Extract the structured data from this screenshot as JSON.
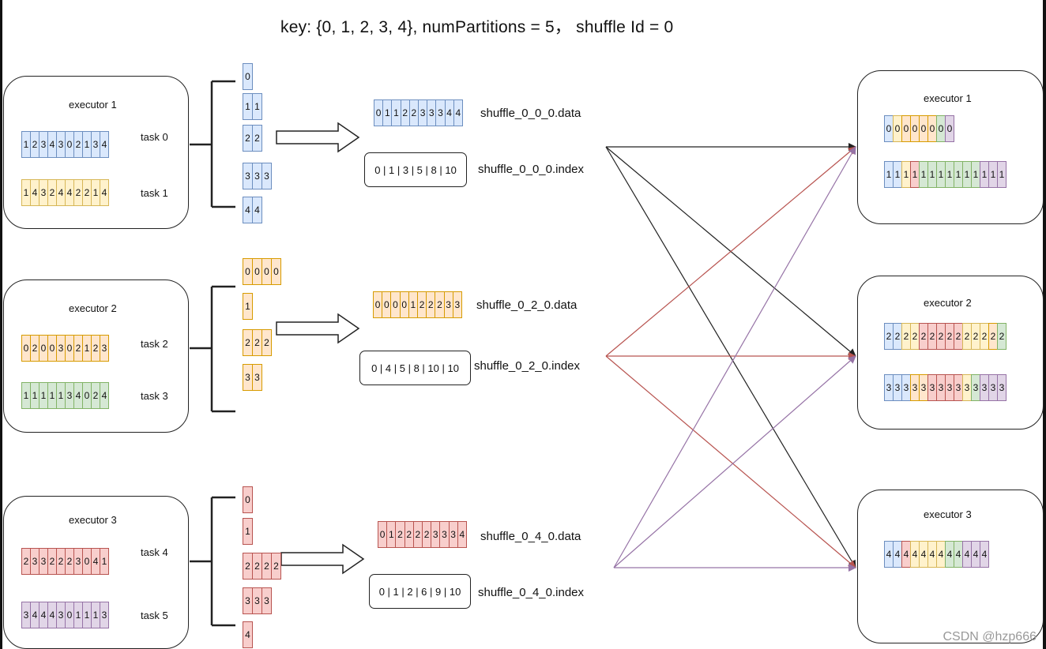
{
  "title": "key: {0, 1, 2, 3, 4}, numPartitions = 5， shuffle Id = 0",
  "colors": {
    "blue": "#dae8fc",
    "yellow": "#fff2cc",
    "orange": "#ffe6cc",
    "green": "#d5e8d4",
    "red": "#f8cecc",
    "purple": "#e1d5e7",
    "edge_black": "#222222",
    "edge_red": "#b85450",
    "edge_purple": "#9673a6"
  },
  "left_executors": [
    {
      "label": "executor 1",
      "tasks": [
        {
          "label": "task 0",
          "color": "blue",
          "values": [
            "1",
            "2",
            "3",
            "4",
            "3",
            "0",
            "2",
            "1",
            "3",
            "4"
          ]
        },
        {
          "label": "task 1",
          "color": "yellow",
          "values": [
            "1",
            "4",
            "3",
            "2",
            "4",
            "4",
            "2",
            "2",
            "1",
            "4"
          ]
        }
      ],
      "partitions": [
        [
          "0"
        ],
        [
          "1",
          "1"
        ],
        [
          "2",
          "2"
        ],
        [
          "3",
          "3",
          "3"
        ],
        [
          "4",
          "4"
        ]
      ],
      "data_file": {
        "values": [
          "0",
          "1",
          "1",
          "2",
          "2",
          "3",
          "3",
          "3",
          "4",
          "4"
        ],
        "label": "shuffle_0_0_0.data"
      },
      "index_file": {
        "text": "0 | 1 | 3 | 5 | 8 | 10",
        "label": "shuffle_0_0_0.index"
      }
    },
    {
      "label": "executor 2",
      "tasks": [
        {
          "label": "task 2",
          "color": "orange",
          "values": [
            "0",
            "2",
            "0",
            "0",
            "3",
            "0",
            "2",
            "1",
            "2",
            "3"
          ]
        },
        {
          "label": "task 3",
          "color": "green",
          "values": [
            "1",
            "1",
            "1",
            "1",
            "1",
            "3",
            "4",
            "0",
            "2",
            "4"
          ]
        }
      ],
      "partitions": [
        [
          "0",
          "0",
          "0",
          "0"
        ],
        [
          "1"
        ],
        [
          "2",
          "2",
          "2"
        ],
        [
          "3",
          "3"
        ]
      ],
      "data_file": {
        "values": [
          "0",
          "0",
          "0",
          "0",
          "1",
          "2",
          "2",
          "2",
          "3",
          "3"
        ],
        "label": "shuffle_0_2_0.data"
      },
      "index_file": {
        "text": "0 | 4 | 5 | 8 | 10 | 10",
        "label": "shuffle_0_2_0.index"
      }
    },
    {
      "label": "executor 3",
      "tasks": [
        {
          "label": "task 4",
          "color": "red",
          "values": [
            "2",
            "3",
            "3",
            "2",
            "2",
            "2",
            "3",
            "0",
            "4",
            "1"
          ]
        },
        {
          "label": "task 5",
          "color": "purple",
          "values": [
            "3",
            "4",
            "4",
            "4",
            "3",
            "0",
            "1",
            "1",
            "1",
            "3"
          ]
        }
      ],
      "partitions": [
        [
          "0"
        ],
        [
          "1"
        ],
        [
          "2",
          "2",
          "2",
          "2"
        ],
        [
          "3",
          "3",
          "3"
        ],
        [
          "4"
        ]
      ],
      "data_file": {
        "values": [
          "0",
          "1",
          "2",
          "2",
          "2",
          "2",
          "3",
          "3",
          "3",
          "4"
        ],
        "label": "shuffle_0_4_0.data"
      },
      "index_file": {
        "text": "0 | 1 | 2 | 6 | 9 | 10",
        "label": "shuffle_0_4_0.index"
      }
    }
  ],
  "right_executors": [
    {
      "label": "executor 1",
      "rows": [
        {
          "values": [
            "0",
            "0",
            "0",
            "0",
            "0",
            "0",
            "0",
            "0"
          ],
          "colors": [
            "blue",
            "yellow",
            "orange",
            "orange",
            "orange",
            "orange",
            "green",
            "purple"
          ]
        },
        {
          "values": [
            "1",
            "1",
            "1",
            "1",
            "1",
            "1",
            "1",
            "1",
            "1",
            "1",
            "1",
            "1",
            "1",
            "1"
          ],
          "colors": [
            "blue",
            "blue",
            "yellow",
            "red",
            "green",
            "green",
            "green",
            "green",
            "green",
            "green",
            "green",
            "purple",
            "purple",
            "purple"
          ]
        }
      ]
    },
    {
      "label": "executor 2",
      "rows": [
        {
          "values": [
            "2",
            "2",
            "2",
            "2",
            "2",
            "2",
            "2",
            "2",
            "2",
            "2",
            "2",
            "2",
            "2",
            "2"
          ],
          "colors": [
            "blue",
            "blue",
            "yellow",
            "yellow",
            "red",
            "red",
            "red",
            "red",
            "red",
            "yellow",
            "yellow",
            "yellow",
            "orange",
            "green"
          ]
        },
        {
          "values": [
            "3",
            "3",
            "3",
            "3",
            "3",
            "3",
            "3",
            "3",
            "3",
            "3",
            "3",
            "3",
            "3",
            "3"
          ],
          "colors": [
            "blue",
            "blue",
            "blue",
            "orange",
            "orange",
            "red",
            "red",
            "red",
            "red",
            "yellow",
            "green",
            "purple",
            "purple",
            "purple"
          ]
        }
      ]
    },
    {
      "label": "executor 3",
      "rows": [
        {
          "values": [
            "4",
            "4",
            "4",
            "4",
            "4",
            "4",
            "4",
            "4",
            "4",
            "4",
            "4",
            "4"
          ],
          "colors": [
            "blue",
            "blue",
            "red",
            "yellow",
            "yellow",
            "yellow",
            "yellow",
            "green",
            "green",
            "purple",
            "purple",
            "purple"
          ]
        }
      ]
    }
  ],
  "watermark": "CSDN @hzp666"
}
